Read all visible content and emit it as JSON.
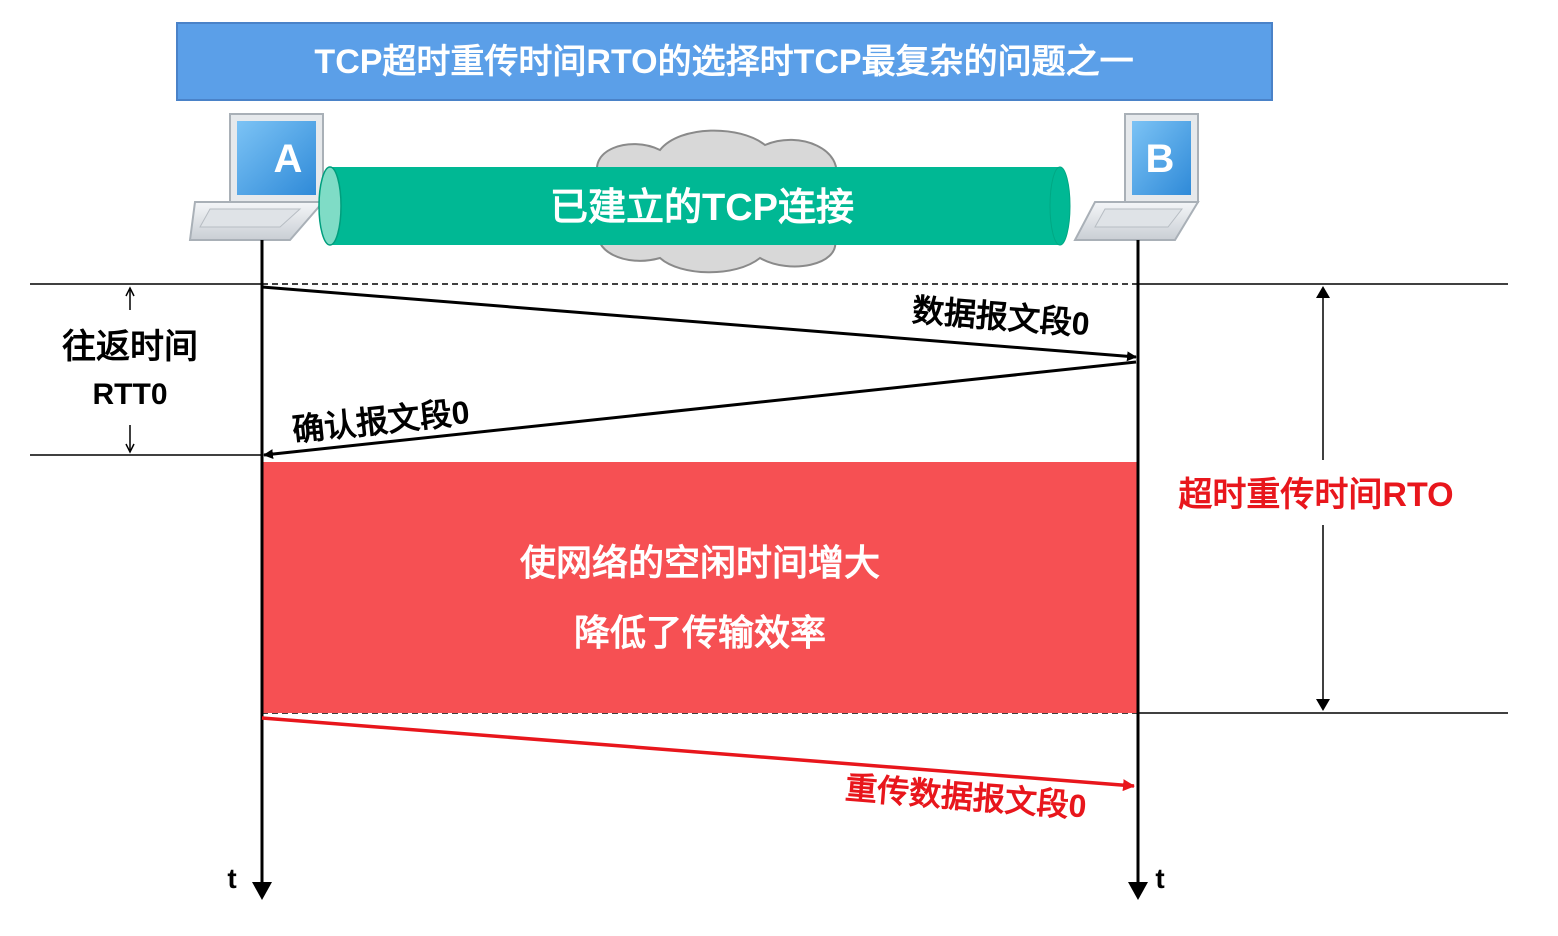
{
  "header": {
    "title": "TCP超时重传时间RTO的选择时TCP最复杂的问题之一"
  },
  "hosts": {
    "a_label": "A",
    "b_label": "B"
  },
  "connection": {
    "label": "已建立的TCP连接"
  },
  "messages": {
    "data_segment": "数据报文段0",
    "ack_segment": "确认报文段0",
    "retransmit_segment": "重传数据报文段0"
  },
  "rtt": {
    "line1": "往返时间",
    "line2": "RTT0"
  },
  "rto": {
    "label": "超时重传时间RTO"
  },
  "idle_box": {
    "line1": "使网络的空闲时间增大",
    "line2": "降低了传输效率"
  },
  "axes": {
    "time_left": "t",
    "time_right": "t"
  },
  "colors": {
    "header_bg": "#5b9fe8",
    "header_border": "#4a82c8",
    "pipe": "#00b894",
    "pipe_cap": "#7fdcc6",
    "idle_box": "#f65053",
    "rto_text": "#e8161c",
    "retransmit": "#e8161c",
    "laptop_screen": "#4aa3ec"
  },
  "icons": {
    "host_a": "laptop-icon",
    "host_b": "laptop-icon",
    "network": "cloud-icon"
  }
}
